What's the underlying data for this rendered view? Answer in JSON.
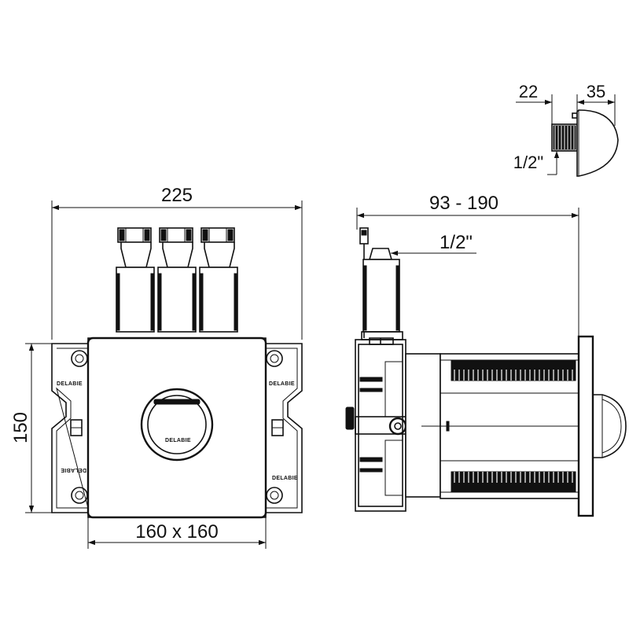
{
  "dimensions": {
    "overall_width": "225",
    "height": "150",
    "plate_size": "160 x 160",
    "depth_range": "93 - 190",
    "side_inlet_thread": "1/2\"",
    "nipple_thread": "1/2\"",
    "nipple_length": "22",
    "cap_depth": "35"
  },
  "brand": {
    "name": "DELABIE"
  }
}
